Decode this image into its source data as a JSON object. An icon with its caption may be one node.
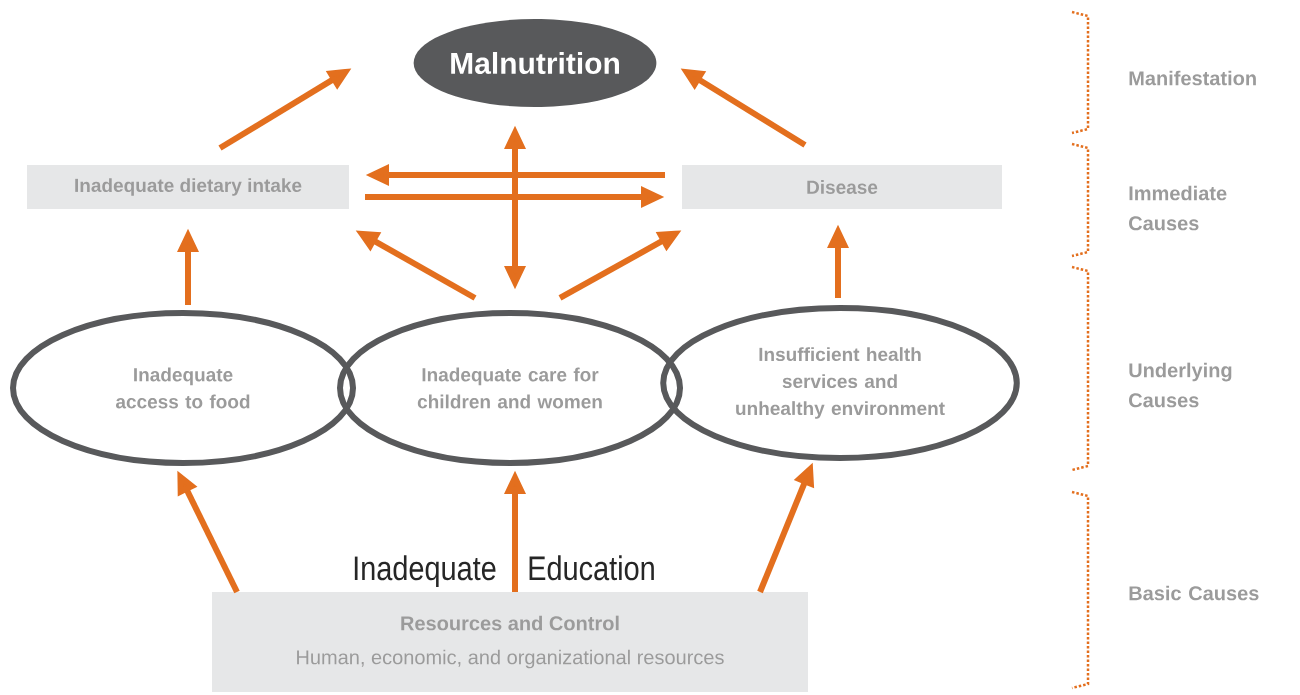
{
  "diagram": {
    "nodes": [
      {
        "text": [
          "Malnutrition"
        ]
      },
      {
        "text": [
          "Inadequate dietary intake"
        ]
      },
      {
        "text": [
          "Disease"
        ]
      },
      {
        "text": [
          "Inadequate access to food"
        ]
      },
      {
        "text": [
          "Inadequate care for children and women"
        ]
      },
      {
        "text": [
          "Insufficient health services and unhealthy environment"
        ]
      },
      {
        "text": [
          "Resources and Control",
          "Human, economic, and organizational resources"
        ]
      }
    ],
    "edges": [
      {
        "from": 1,
        "to": 0,
        "arrow": "to"
      },
      {
        "from": 2,
        "to": 0,
        "arrow": "to"
      },
      {
        "from": 4,
        "to": 0,
        "arrow": "both"
      },
      {
        "from": 2,
        "to": 1,
        "arrow": "to"
      },
      {
        "from": 1,
        "to": 2,
        "arrow": "to"
      },
      {
        "from": 3,
        "to": 1,
        "arrow": "to"
      },
      {
        "from": 4,
        "to": 1,
        "arrow": "to"
      },
      {
        "from": 4,
        "to": 2,
        "arrow": "to"
      },
      {
        "from": 5,
        "to": 2,
        "arrow": "to"
      },
      {
        "from": 6,
        "to": 3,
        "arrow": "to"
      },
      {
        "from": 6,
        "to": 4,
        "arrow": "to"
      },
      {
        "from": 6,
        "to": 5,
        "arrow": "to"
      }
    ],
    "labels": [
      "Manifestation",
      "Immediate Causes",
      "Underlying Causes",
      "Inadequate",
      "Education",
      "Basic Causes"
    ]
  }
}
